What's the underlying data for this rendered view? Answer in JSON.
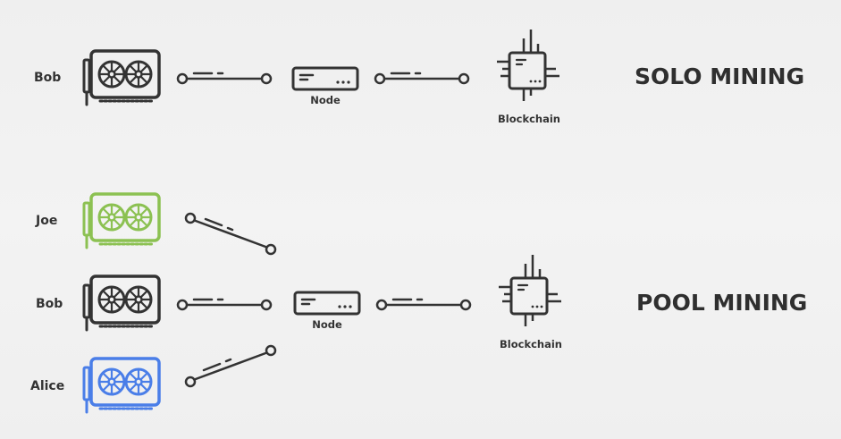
{
  "solo": {
    "title": "SOLO MINING",
    "miner": "Bob",
    "node": "Node",
    "blockchain": "Blockchain"
  },
  "pool": {
    "title": "POOL MINING",
    "miners": [
      "Joe",
      "Bob",
      "Alice"
    ],
    "node": "Node",
    "blockchain": "Blockchain"
  },
  "colors": {
    "background": "#f1f1f1",
    "ink": "#333333",
    "joe_gpu": "#8cc152",
    "bob_gpu": "#333333",
    "alice_gpu": "#4a7ee8"
  },
  "icons": {
    "miner": "graphics-card-icon",
    "node": "server-icon",
    "blockchain": "chip-icon"
  }
}
